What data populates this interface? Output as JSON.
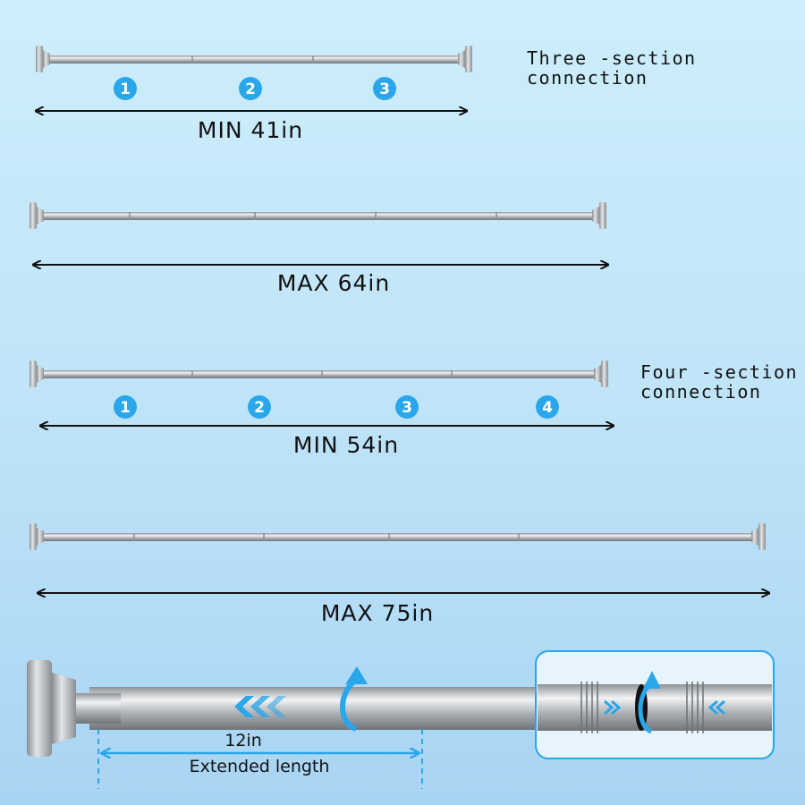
{
  "configurations": [
    {
      "label": "MIN 41in",
      "sections": [
        "1",
        "2",
        "3"
      ],
      "note": [
        "Three -section",
        "connection"
      ]
    },
    {
      "label": "MAX 64in"
    },
    {
      "label": "MIN 54in",
      "sections": [
        "1",
        "2",
        "3",
        "4"
      ],
      "note": [
        "Four -section",
        "connection"
      ]
    },
    {
      "label": "MAX 75in"
    }
  ],
  "detail": {
    "extension": "12in",
    "caption": "Extended length"
  },
  "colors": {
    "accent": "#2aa6ea",
    "rod": "#b9bcc0",
    "background": "#c4e8f9"
  }
}
